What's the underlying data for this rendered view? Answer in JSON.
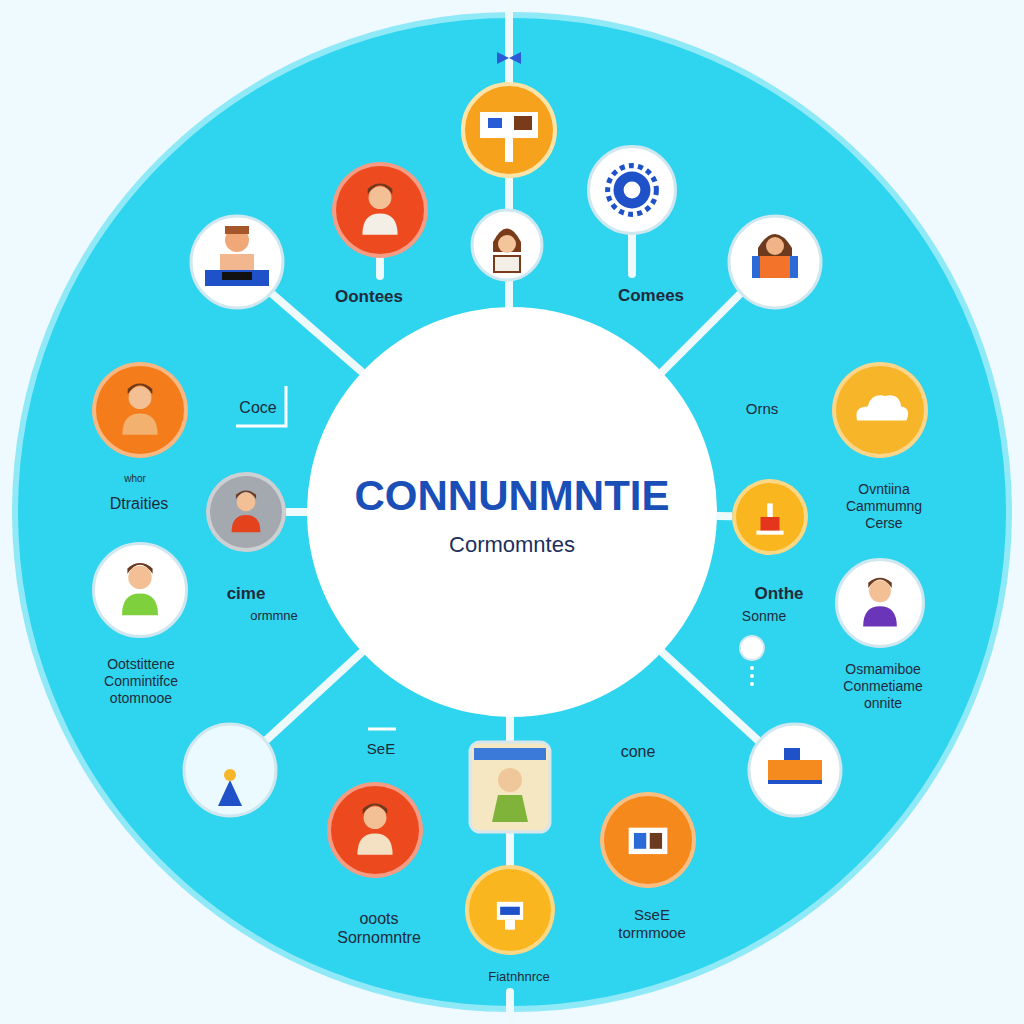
{
  "diagram": {
    "nodes": [
      {
        "text": [
          "CONNUNMNTIE",
          "Cormomntes"
        ]
      },
      {
        "text": [
          "Oontees"
        ]
      },
      {
        "text": [
          "Comees"
        ]
      },
      {
        "text": [
          "Dtraities"
        ]
      },
      {
        "text": [
          "cime",
          "ormmne"
        ]
      },
      {
        "text": [
          "Ootstittene Conmintifce otomnooe"
        ]
      },
      {
        "text": [
          "Ovntiina Cammumng Cerse"
        ]
      },
      {
        "text": [
          "Onthe",
          "Sonme"
        ]
      },
      {
        "text": [
          "Osmamiboe Conmetiame onnite"
        ]
      },
      {
        "text": [
          "ooots Sornomntre"
        ]
      },
      {
        "text": [
          "SseE tormmooe"
        ]
      },
      {
        "text": [
          "Fiatnhnrce"
        ]
      }
    ],
    "edges": [
      {
        "from": 0,
        "to": 4,
        "arrow": "none"
      },
      {
        "from": 0,
        "to": 7,
        "arrow": "none"
      }
    ],
    "labels": [
      "Coce",
      "Orns",
      "whor",
      "SeE",
      "cone"
    ]
  }
}
